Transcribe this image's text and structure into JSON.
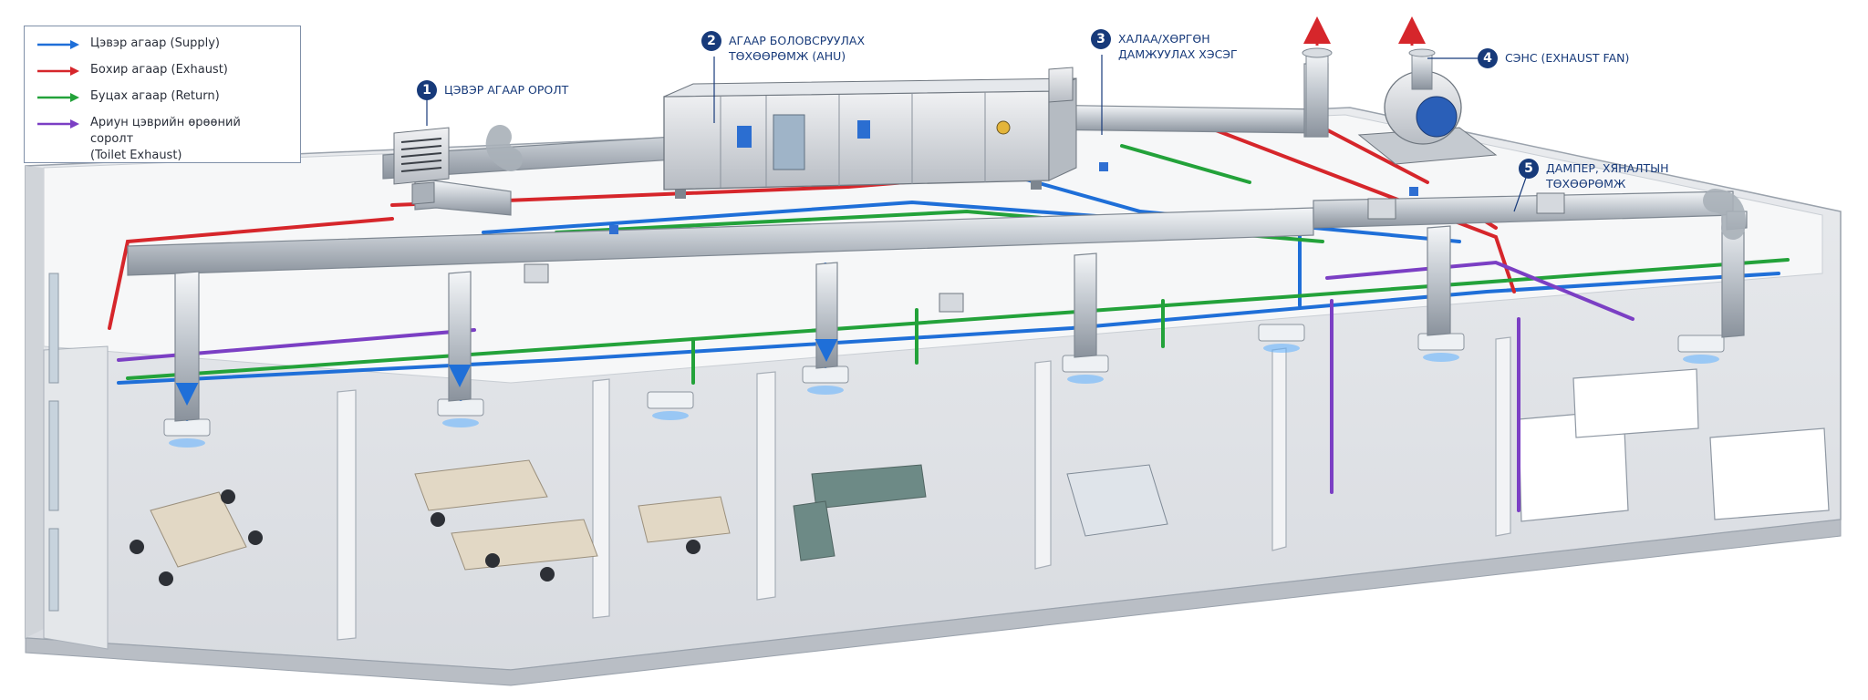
{
  "colors": {
    "supply": "#1f6fd8",
    "exhaust": "#d6262b",
    "return": "#23a23a",
    "toilet": "#7b3fc4",
    "badge": "#173a7a",
    "duct": "#c8cdd3"
  },
  "legend": [
    {
      "label": "Цэвэр агаар (Supply)",
      "color": "#1f6fd8"
    },
    {
      "label": "Бохир агаар (Exhaust)",
      "color": "#d6262b"
    },
    {
      "label": "Буцах агаар (Return)",
      "color": "#23a23a"
    },
    {
      "label": "Ариун цэврийн өрөөний соролт\n(Toilet Exhaust)",
      "color": "#7b3fc4"
    }
  ],
  "callouts": [
    {
      "number": "1",
      "label": "ЦЭВЭР АГААР ОРОЛТ"
    },
    {
      "number": "2",
      "label": "АГААР БОЛОВСРУУЛАХ\nТӨХӨӨРӨМЖ (AHU)"
    },
    {
      "number": "3",
      "label": "ХАЛАА/ХӨРГӨН\nДАМЖУУЛАХ ХЭСЭГ"
    },
    {
      "number": "4",
      "label": "СЭНС (EXHAUST FAN)"
    },
    {
      "number": "5",
      "label": "ДАМПЕР, ХЯНАЛТЫН\nТӨХӨӨРӨМЖ"
    }
  ],
  "icons": {
    "legend_marker": "arrow-right-icon",
    "exhaust_outlet": "arrow-up-icon"
  }
}
